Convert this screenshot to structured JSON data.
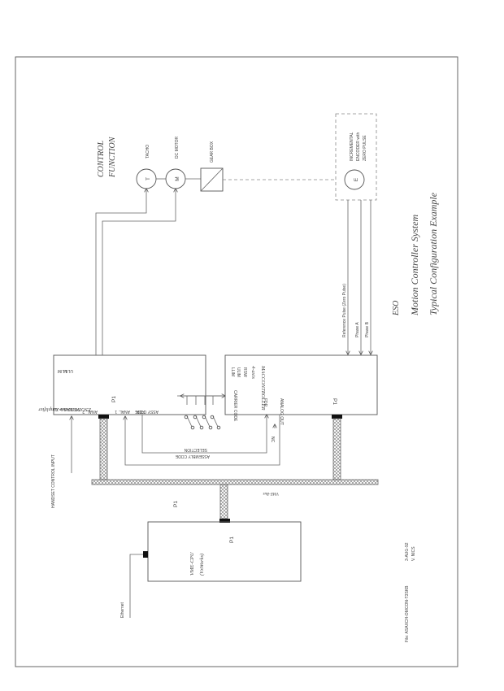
{
  "title": {
    "line1": "ESO",
    "line2": "Motion Controller System",
    "line3": "Typical Configuration Example"
  },
  "control_function": {
    "line1": "CONTROL",
    "line2": "FUNCTION"
  },
  "components": {
    "tacho": {
      "symbol": "T",
      "label": "TACHO"
    },
    "motor": {
      "symbol": "M",
      "label": "DC MOTOR"
    },
    "gearbox": {
      "label": "GEAR BOX"
    },
    "encoder": {
      "symbol": "E",
      "label1": "INCREMENTAL",
      "label2": "ENCODER with",
      "label3": "ZERO PULSE"
    }
  },
  "amplifier": {
    "title1": "DC Motor Amplifier",
    "title2": "ESO VME4SA-X1",
    "llim": "LLIM",
    "ulim": "ULIM",
    "anal2": "ANAL. 2",
    "anal1": "ANAL. 1",
    "fdr": "FDR",
    "assy_code": "ASSY CODE",
    "p1": "P1"
  },
  "maccontroller": {
    "title1": "4-axis",
    "title2": "MACCONTROLLER",
    "llim": "LLIM",
    "ulim": "ULIM",
    "rsw": "RSW",
    "carrier_code": "CARRIER CODE",
    "fdr": "FDR",
    "analog_out": "ANALOG OUT",
    "p1": "P1"
  },
  "encoder_signals": {
    "reference": "Reference Pulse (Zero Pulse)",
    "phase_a": "Phase A",
    "phase_b": "Phase B"
  },
  "assembly": {
    "line1": "ASSEMBLY CODE",
    "line2": "SELECTION"
  },
  "nc_label": "NC",
  "handset": "HANDSET CONTROL INPUT",
  "bus_label": "VME-Bus",
  "bus_p1": "P1",
  "cpu": {
    "title1": "VME-CPU",
    "title2": "(VxWorks)",
    "p1": "P1"
  },
  "ethernet": "Ethernet",
  "footer": {
    "file": "File: ASAXCH-OMCON-T3SKB",
    "date": "3-AUG-92",
    "author": "V. NICS"
  }
}
